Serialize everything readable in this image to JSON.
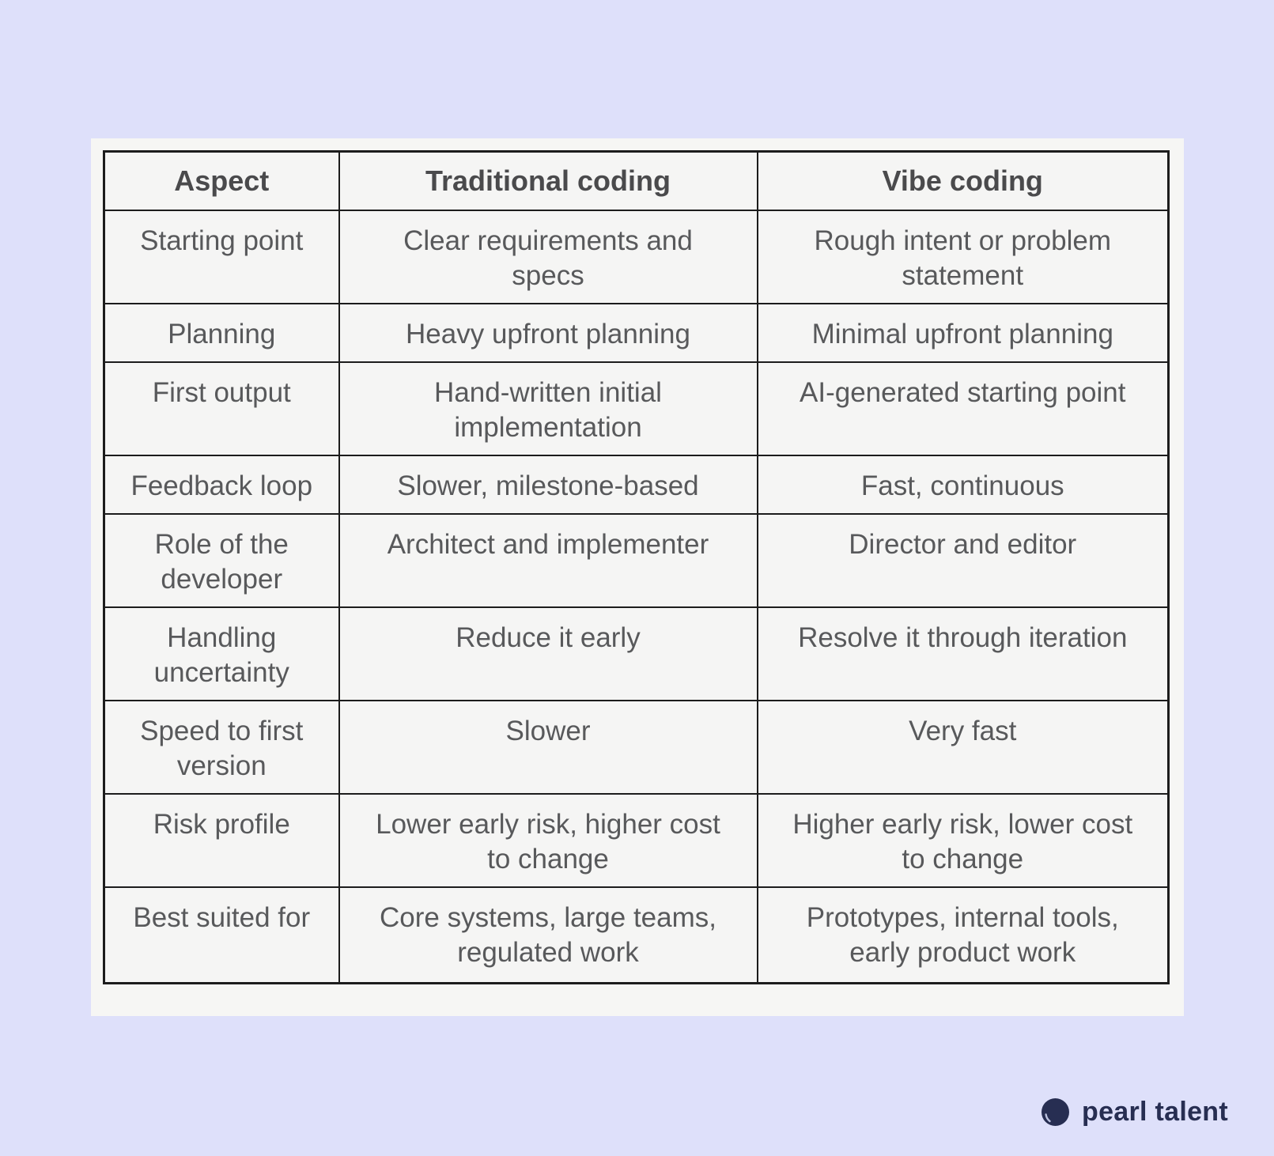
{
  "colors": {
    "page_background": "#dee0fa",
    "card_background": "#f6f6f4",
    "cell_background": "#f5f5f4",
    "table_border": "#1c1c1c",
    "cell_text": "#58595b",
    "header_text": "#4a4a4c",
    "brand_navy": "#272e52"
  },
  "table": {
    "columns": [
      "Aspect",
      "Traditional coding",
      "Vibe coding"
    ],
    "rows": [
      {
        "aspect": "Starting point",
        "traditional": "Clear requirements and\nspecs",
        "vibe": "Rough intent or problem\nstatement"
      },
      {
        "aspect": "Planning",
        "traditional": "Heavy upfront planning",
        "vibe": "Minimal upfront planning"
      },
      {
        "aspect": "First output",
        "traditional": "Hand-written initial\nimplementation",
        "vibe": "AI-generated starting point"
      },
      {
        "aspect": "Feedback loop",
        "traditional": "Slower, milestone-based",
        "vibe": "Fast, continuous"
      },
      {
        "aspect": "Role of the\ndeveloper",
        "traditional": "Architect and implementer",
        "vibe": "Director and editor"
      },
      {
        "aspect": "Handling\nuncertainty",
        "traditional": "Reduce it early",
        "vibe": "Resolve it through iteration"
      },
      {
        "aspect": "Speed to first\nversion",
        "traditional": "Slower",
        "vibe": "Very fast"
      },
      {
        "aspect": "Risk profile",
        "traditional": "Lower early risk, higher cost\nto change",
        "vibe": "Higher early risk, lower cost\nto change"
      },
      {
        "aspect": "Best suited for",
        "traditional": "Core systems, large teams,\nregulated work",
        "vibe": "Prototypes, internal tools,\nearly product work"
      }
    ]
  },
  "chart_data": {
    "type": "table",
    "title": "",
    "columns": [
      "Aspect",
      "Traditional coding",
      "Vibe coding"
    ],
    "rows": [
      [
        "Starting point",
        "Clear requirements and specs",
        "Rough intent or problem statement"
      ],
      [
        "Planning",
        "Heavy upfront planning",
        "Minimal upfront planning"
      ],
      [
        "First output",
        "Hand-written initial implementation",
        "AI-generated starting point"
      ],
      [
        "Feedback loop",
        "Slower, milestone-based",
        "Fast, continuous"
      ],
      [
        "Role of the developer",
        "Architect and implementer",
        "Director and editor"
      ],
      [
        "Handling uncertainty",
        "Reduce it early",
        "Resolve it through iteration"
      ],
      [
        "Speed to first version",
        "Slower",
        "Very fast"
      ],
      [
        "Risk profile",
        "Lower early risk, higher cost to change",
        "Higher early risk, lower cost to change"
      ],
      [
        "Best suited for",
        "Core systems, large teams, regulated work",
        "Prototypes, internal tools, early product work"
      ]
    ]
  },
  "logo": {
    "text": "pearl talent",
    "icon": "pearl-circle-icon"
  }
}
